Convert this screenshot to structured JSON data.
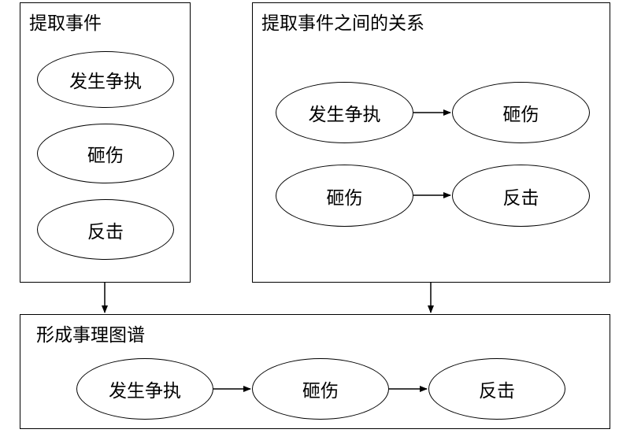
{
  "panels": {
    "extract_events": {
      "title": "提取事件",
      "events": [
        "发生争执",
        "砸伤",
        "反击"
      ]
    },
    "extract_relations": {
      "title": "提取事件之间的关系",
      "relations": [
        {
          "from": "发生争执",
          "to": "砸伤"
        },
        {
          "from": "砸伤",
          "to": "反击"
        }
      ]
    },
    "build_graph": {
      "title": "形成事理图谱",
      "chain": [
        "发生争执",
        "砸伤",
        "反击"
      ]
    }
  },
  "colors": {
    "line": "#000000",
    "background": "#ffffff"
  }
}
